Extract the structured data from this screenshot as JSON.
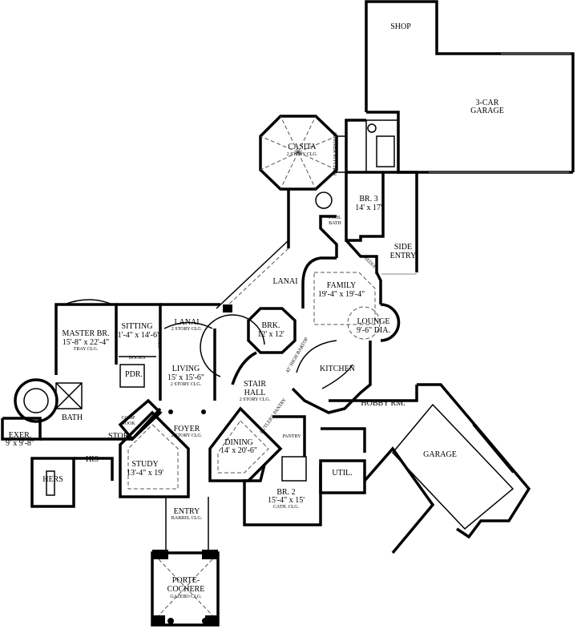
{
  "rooms": {
    "shop": {
      "name": "SHOP"
    },
    "three_car_garage": {
      "name": "3-CAR",
      "name2": "GARAGE"
    },
    "casita": {
      "name": "CASITA",
      "note": "2 STORY CLG."
    },
    "summer_kitchen": {
      "name": "SUMMER KITCHEN"
    },
    "br3": {
      "name": "BR. 3",
      "size": "14' x 17'"
    },
    "pool_bath": {
      "name": "POOL",
      "name2": "BATH"
    },
    "side_entry": {
      "name": "SIDE",
      "name2": "ENTRY"
    },
    "media": {
      "name": "MEDIA"
    },
    "lanai_upper": {
      "name": "LANAI"
    },
    "family": {
      "name": "FAMILY",
      "size": "19'-4\" x 19'-4\""
    },
    "lounge": {
      "name": "LOUNGE",
      "size": "9'-6\" DIA."
    },
    "brk": {
      "name": "BRK.",
      "size": "12' x 12'"
    },
    "bar_top": {
      "name": "42\" HIGH BARTOP"
    },
    "kitchen": {
      "name": "KITCHEN"
    },
    "master_br": {
      "name": "MASTER BR.",
      "size": "15'-8\" x 22'-4\"",
      "note": "TRAY CLG."
    },
    "sitting": {
      "name": "SITTING",
      "size": "11'-4\" x 14'-6\""
    },
    "books_1": {
      "name": "BOOKS"
    },
    "books_2": {
      "name": "BOOKS"
    },
    "lanai_lower": {
      "name": "LANAI",
      "note": "2 STORY CLG."
    },
    "living": {
      "name": "LIVING",
      "size": "15' x 15'-6\"",
      "note": "2 STORY CLG."
    },
    "pdr": {
      "name": "PDR."
    },
    "stair_hall": {
      "name": "STAIR",
      "name2": "HALL",
      "note": "2 STORY CLG."
    },
    "butlers_pantry": {
      "name": "BUTLER'S PANTRY"
    },
    "hobby": {
      "name": "HOBBY RM."
    },
    "bath": {
      "name": "BATH"
    },
    "exer": {
      "name": "EXER.",
      "size": "9' x 9'-8\""
    },
    "comp_nook": {
      "name": "COMP",
      "name2": "NOOK"
    },
    "stor": {
      "name": "STOR."
    },
    "foyer": {
      "name": "FOYER",
      "note": "2 STORY CLG."
    },
    "dining": {
      "name": "DINING",
      "size": "14' x 20'-6\""
    },
    "pantry": {
      "name": "PANTRY"
    },
    "his": {
      "name": "HIS"
    },
    "hers": {
      "name": "HERS"
    },
    "study": {
      "name": "STUDY",
      "size": "13'-4\" x 19'"
    },
    "br2": {
      "name": "BR. 2",
      "size": "15'-4\" x 15'",
      "note": "CATH. CLG."
    },
    "util": {
      "name": "UTIL."
    },
    "garage": {
      "name": "GARAGE"
    },
    "entry": {
      "name": "ENTRY",
      "note": "BARREL CLG."
    },
    "porte_cochere": {
      "name": "PORTE-",
      "name2": "COCHERE",
      "note": "GAZEBO CLG."
    }
  }
}
